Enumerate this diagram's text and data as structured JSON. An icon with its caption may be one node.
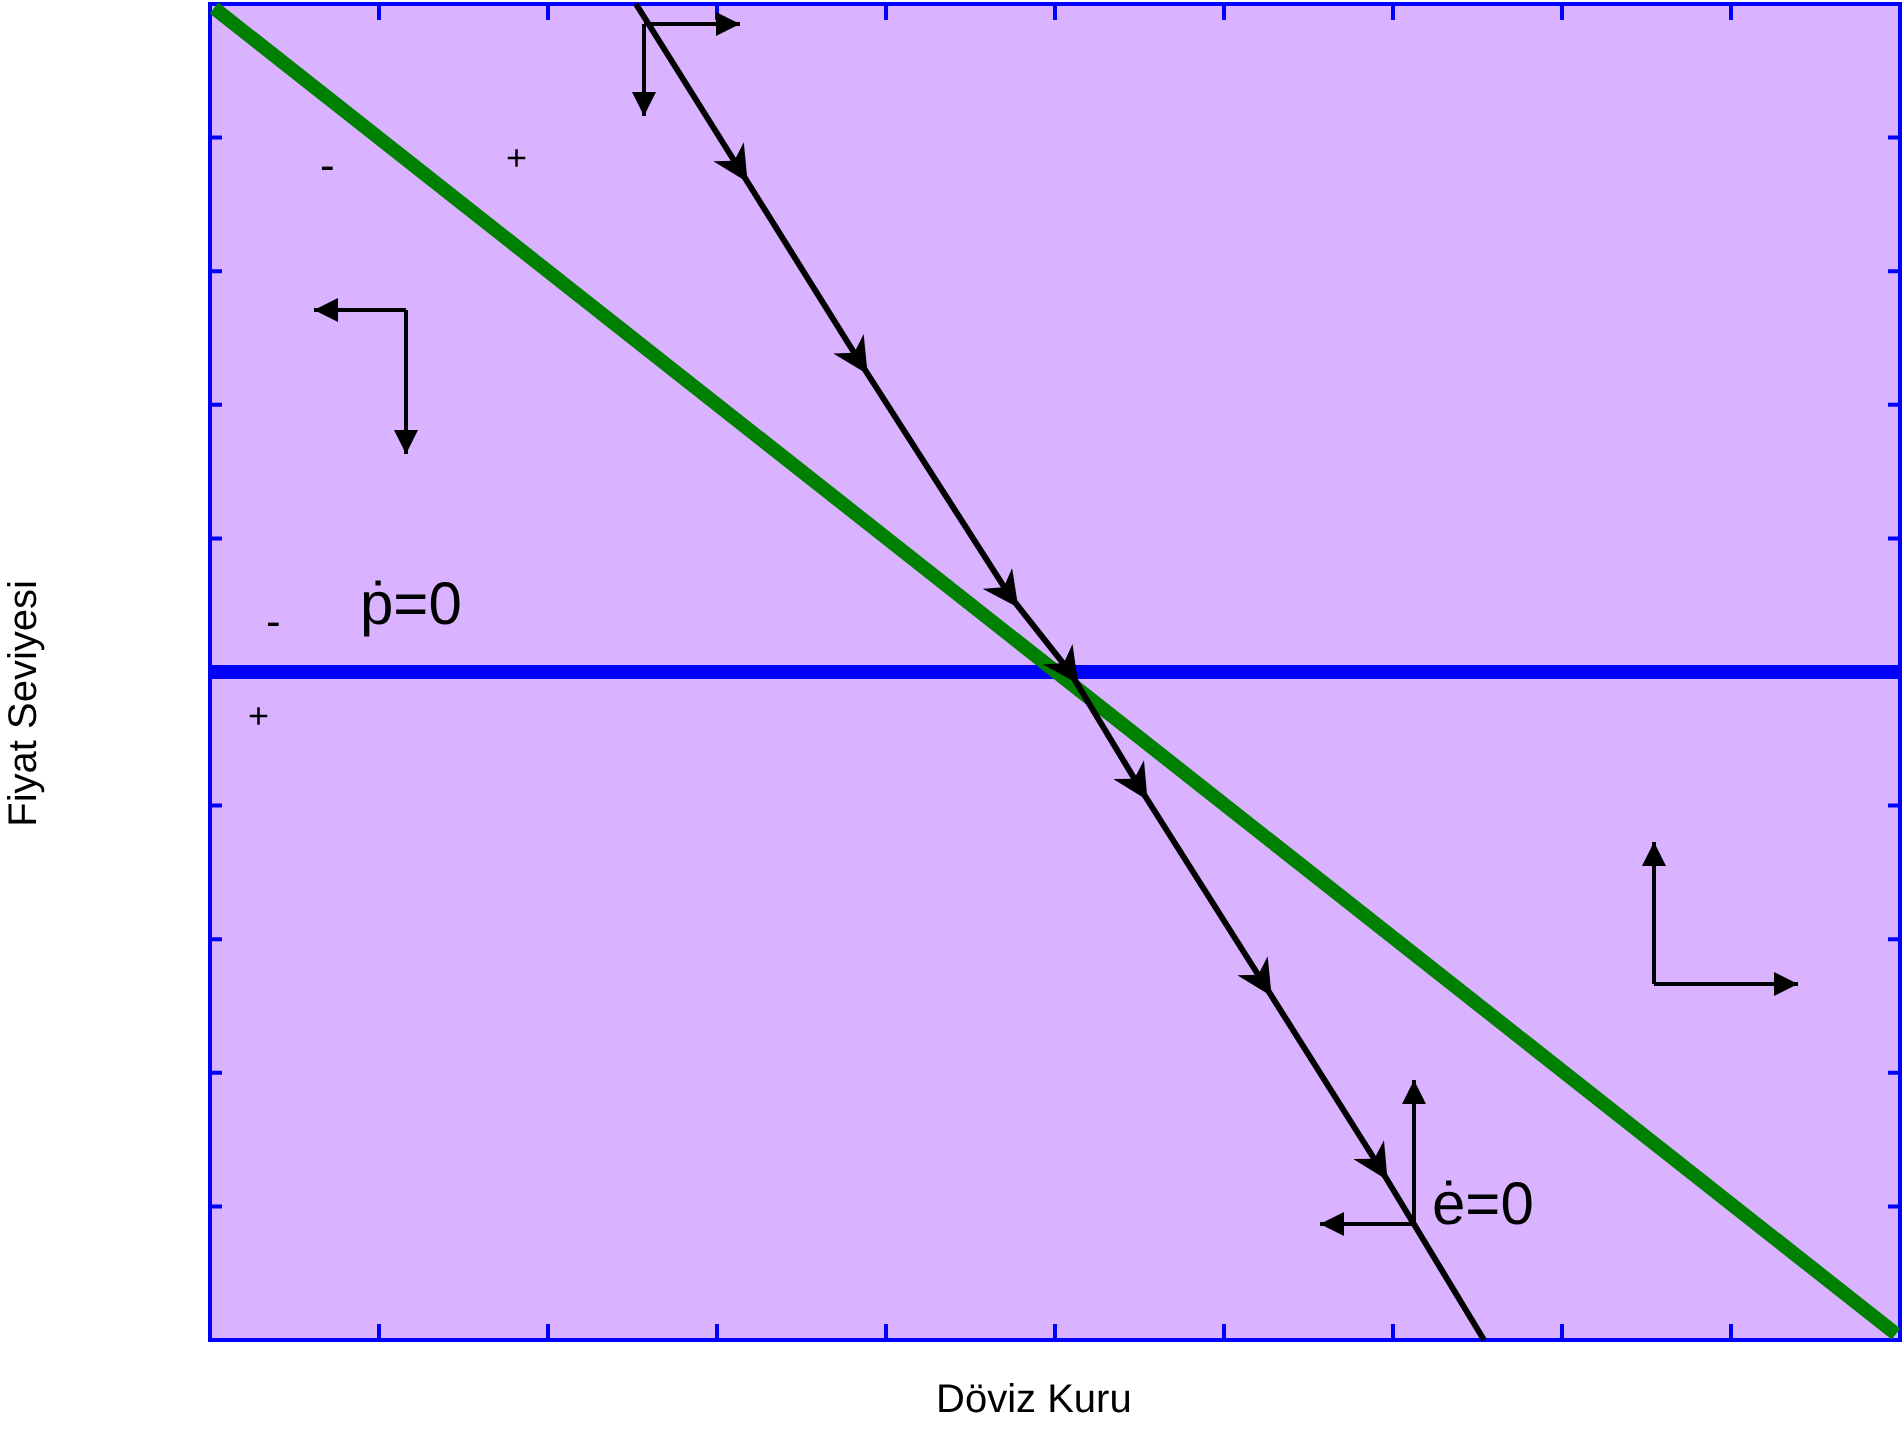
{
  "diagram": {
    "labels": [
      "-",
      "+",
      "ṗ=0",
      "-",
      "+",
      "ė=0",
      "Fiyat Seviyesi",
      "Döviz Kuru"
    ]
  }
}
